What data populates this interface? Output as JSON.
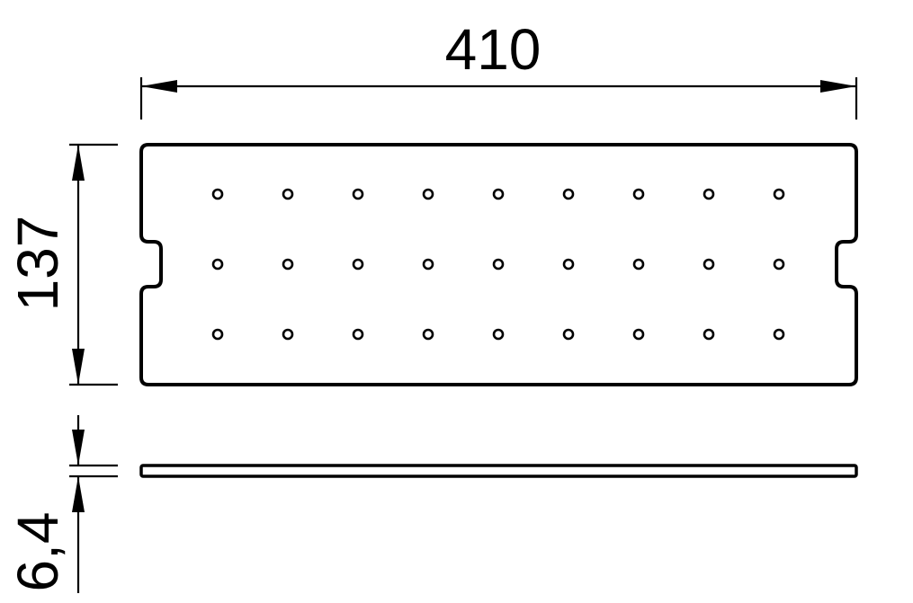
{
  "dimensions": {
    "width": "410",
    "height": "137",
    "thickness": "6,4"
  },
  "panel": {
    "hole_rows": 3,
    "hole_columns": 9
  }
}
